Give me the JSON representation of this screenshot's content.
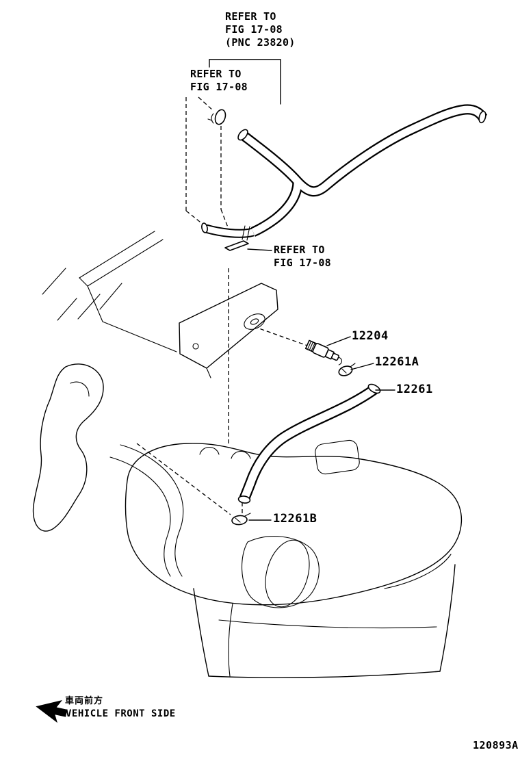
{
  "notes": {
    "top": {
      "line1": "REFER TO",
      "line2": "FIG 17-08",
      "line3": "(PNC 23820)"
    },
    "left": {
      "line1": "REFER TO",
      "line2": "FIG 17-08"
    },
    "middle": {
      "line1": "REFER TO",
      "line2": "FIG 17-08"
    }
  },
  "parts": {
    "valve": "12204",
    "clamp_a": "12261A",
    "hose": "12261",
    "clamp_b": "12261B"
  },
  "front": {
    "jp": "車両前方",
    "en": "VEHICLE FRONT SIDE"
  },
  "code": "120893A",
  "icons": {
    "front_arrow": "left-down-arrow"
  },
  "colors": {
    "line": "#000000",
    "background": "#ffffff",
    "text": "#000000"
  }
}
